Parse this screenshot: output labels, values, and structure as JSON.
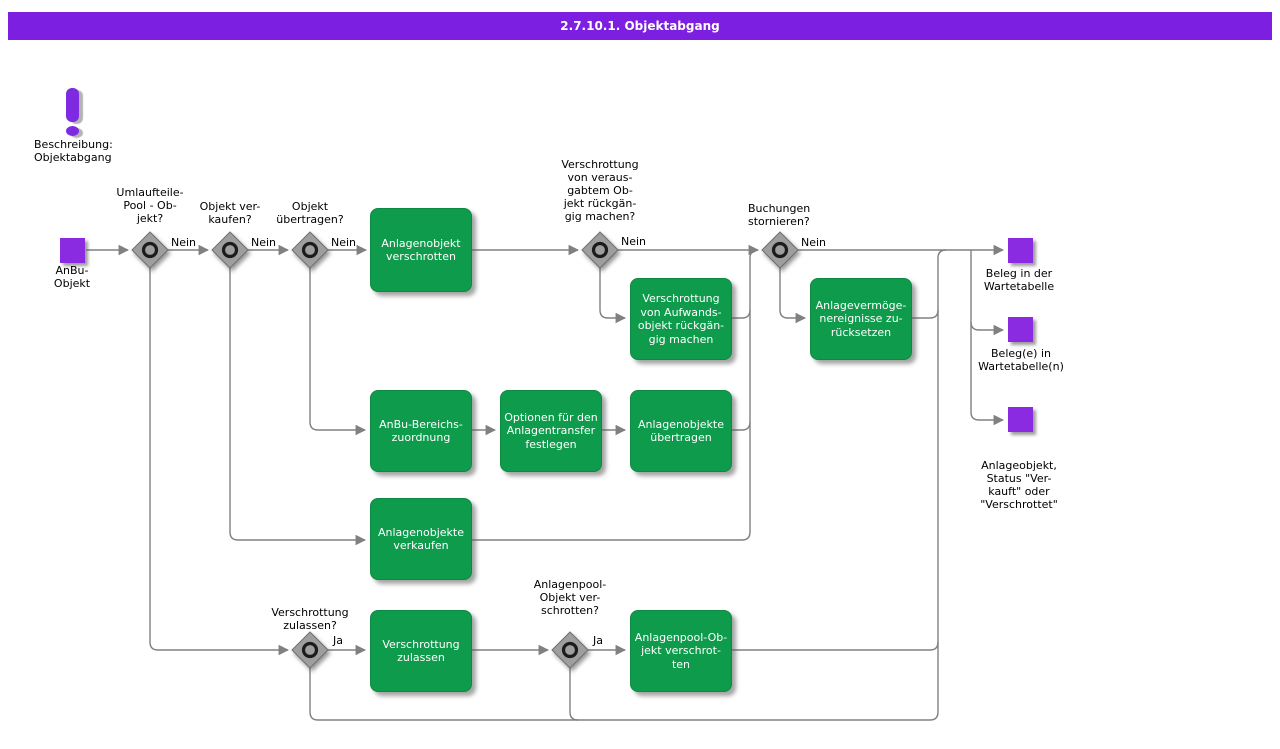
{
  "title": "2.7.10.1. Objektabgang",
  "note": {
    "label": "Beschreibung:\nObjektabgang"
  },
  "colors": {
    "accent_purple": "#7D1FE0",
    "event_purple": "#8A2BE2",
    "task_green": "#0E9B4B",
    "line_gray": "#808080"
  },
  "events": {
    "start": {
      "label": "AnBu-\nObjekt"
    },
    "end1": {
      "label": "Beleg in der\nWartetabelle"
    },
    "end2": {
      "label": "Beleg(e) in\nWartetabelle(n)"
    },
    "end3": {
      "label": "Anlageobjekt,\nStatus \"Ver-\nkauft\" oder\n\"Verschrottet\""
    }
  },
  "decisions": {
    "umlaufteile_pool": {
      "question": "Umlaufteile-\nPool - Ob-\njekt?",
      "branch_label": "Nein"
    },
    "objekt_verkaufen": {
      "question": "Objekt ver-\nkaufen?",
      "branch_label": "Nein"
    },
    "objekt_uebertragen": {
      "question": "Objekt\nübertragen?",
      "branch_label": "Nein"
    },
    "verschrottung_rueckgaengig": {
      "question": "Verschrottung\nvon veraus-\ngabtem Ob-\njekt rückgän-\ngig machen?",
      "branch_label": "Nein"
    },
    "buchungen_stornieren": {
      "question": "Buchungen\nstornieren?",
      "branch_label": "Nein"
    },
    "verschrottung_zulassen": {
      "question": "Verschrottung\nzulassen?",
      "branch_label": "Ja"
    },
    "anlagenpool_verschrotten": {
      "question": "Anlagenpool-\nObjekt ver-\nschrotten?",
      "branch_label": "Ja"
    }
  },
  "tasks": {
    "anlagenobjekt_verschrotten": {
      "label": "Anlagenobjekt\nverschrotten"
    },
    "verschrottung_aufwand_rueck": {
      "label": "Verschrottung\nvon Aufwands-\nobjekt rückgän-\ngig machen"
    },
    "anlagevermoegen_zuruecksetzen": {
      "label": "Anlagevermöge-\nnereignisse zu-\nrücksetzen"
    },
    "anbu_bereichszuordnung": {
      "label": "AnBu-Bereichs-\nzuordnung"
    },
    "optionen_anlagentransfer": {
      "label": "Optionen für den\nAnlagentransfer\nfestlegen"
    },
    "anlagenobjekte_uebertragen": {
      "label": "Anlagenobjekte\nübertragen"
    },
    "anlagenobjekte_verkaufen": {
      "label": "Anlagenobjekte\nverkaufen"
    },
    "verschrottung_zulassen_task": {
      "label": "Verschrottung\nzulassen"
    },
    "anlagenpool_objekt_verschrotten": {
      "label": "Anlagenpool-Ob-\njekt verschrot-\nten"
    }
  }
}
